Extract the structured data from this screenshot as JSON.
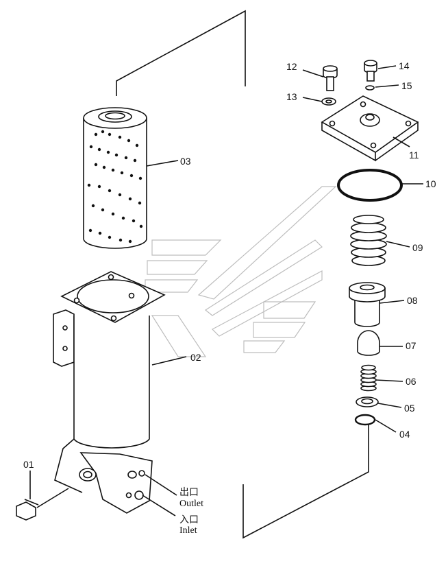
{
  "callouts": {
    "p01": "01",
    "p02": "02",
    "p03": "03",
    "p04": "04",
    "p05": "05",
    "p06": "06",
    "p07": "07",
    "p08": "08",
    "p09": "09",
    "p10": "10",
    "p11": "11",
    "p12": "12",
    "p13": "13",
    "p14": "14",
    "p15": "15"
  },
  "ports": {
    "outlet_cn": "出口",
    "outlet_en": "Outlet",
    "inlet_cn": "入口",
    "inlet_en": "Inlet"
  }
}
